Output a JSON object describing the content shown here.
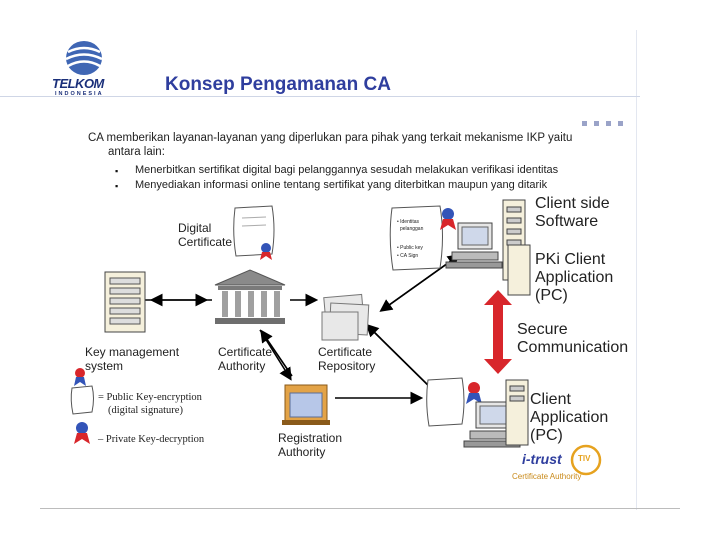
{
  "header": {
    "logo_name": "TELKOM",
    "logo_sub": "INDONESIA",
    "title": "Konsep Pengamanan CA"
  },
  "intro": {
    "line1": "CA memberikan layanan-layanan yang diperlukan para pihak yang terkait mekanisme IKP yaitu",
    "line2": "antara lain:",
    "bullets": [
      "Menerbitkan sertifikat digital bagi pelanggannya sesudah melakukan verifikasi identitas",
      "Menyediakan informasi online tentang sertifikat yang diterbitkan maupun yang ditarik"
    ]
  },
  "labels": {
    "digital_certificate_1": "Digital",
    "digital_certificate_2": "Certificate",
    "key_mgmt_1": "Key management",
    "key_mgmt_2": "system",
    "cert_authority_1": "Certificate",
    "cert_authority_2": "Authority",
    "cert_repo_1": "Certificate",
    "cert_repo_2": "Repository",
    "registration_1": "Registration",
    "registration_2": "Authority",
    "client_sw_1": "Client side",
    "client_sw_2": "Software",
    "pki_client_1": "PKi Client",
    "pki_client_2": "Application",
    "pki_client_3": "(PC)",
    "secure_1": "Secure",
    "secure_2": "Communication",
    "client_app_1": "Client",
    "client_app_2": "Application",
    "client_app_3": "(PC)"
  },
  "cert_notes": {
    "n1": "• Identitas",
    "n2": "pelanggan",
    "n3": "• Public key",
    "n4": "• CA Sign"
  },
  "legend": {
    "public_1": "= Public Key-encryption",
    "public_2": "(digital signature)",
    "private": "– Private Key-decryption"
  },
  "brand": {
    "name": "i-trust",
    "seal": "TIV",
    "tagline": "Certificate Authority"
  },
  "colors": {
    "title": "#2f3e9e",
    "arrow_red": "#d8262b",
    "arrow_black": "#000000",
    "badge_blue": "#3354b8",
    "badge_red": "#d8262b",
    "seal_gold": "#e6a21f"
  }
}
